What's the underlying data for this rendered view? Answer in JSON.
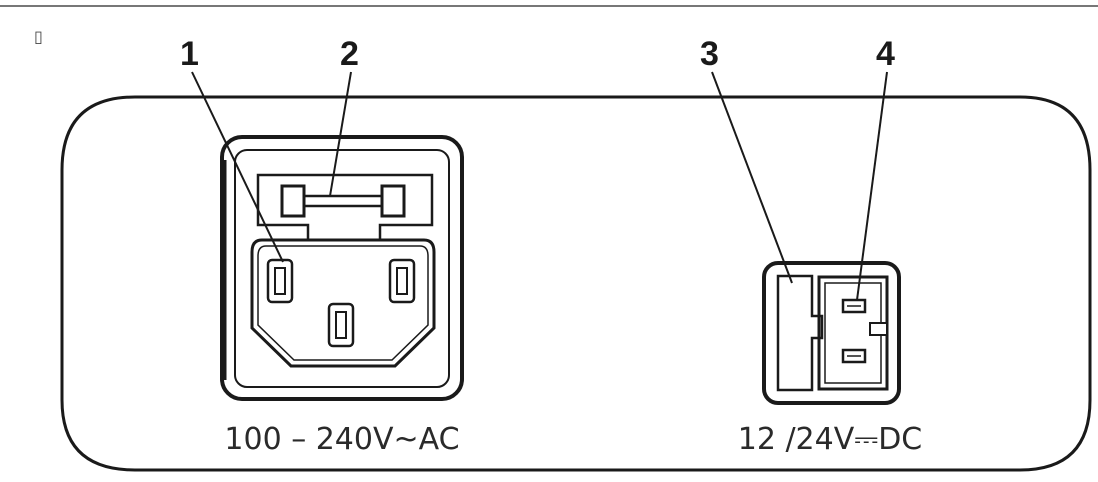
{
  "top_marker": "▯",
  "callouts": [
    {
      "number": "1"
    },
    {
      "number": "2"
    },
    {
      "number": "3"
    },
    {
      "number": "4"
    }
  ],
  "ac_inlet": {
    "voltage_label": "100 – 240V~AC"
  },
  "dc_inlet": {
    "voltage_label": "12 /24V⎓DC"
  },
  "colors": {
    "line": "#1a1a1a",
    "text": "#2a2a2a",
    "background": "#ffffff"
  }
}
